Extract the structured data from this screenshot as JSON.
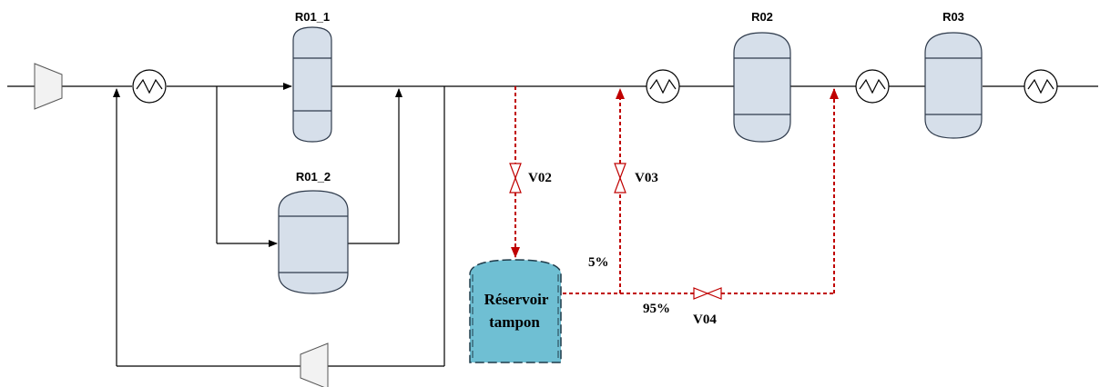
{
  "reactors": {
    "r01_1": "R01_1",
    "r01_2": "R01_2",
    "r02": "R02",
    "r03": "R03"
  },
  "valves": {
    "v02": "V02",
    "v03": "V03",
    "v04": "V04"
  },
  "splits": {
    "to_v03": "5%",
    "to_v04": "95%"
  },
  "buffer_tank": {
    "line1": "Réservoir",
    "line2": "tampon"
  },
  "colors": {
    "main_line": "#000000",
    "bypass_line": "#c00000",
    "reactor_fill": "#d6dfea",
    "reactor_stroke": "#2f3b4c",
    "tank_fill": "#6fbfd3",
    "equipment_fill": "#f2f2f2"
  }
}
